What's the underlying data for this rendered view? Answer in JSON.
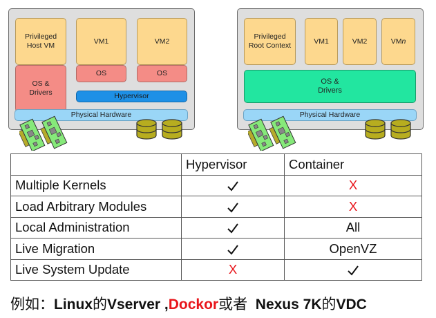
{
  "diagrams": {
    "hypervisor": {
      "privileged": "Privileged\nHost VM",
      "os_drivers": "OS &\nDrivers",
      "vm1": "VM1",
      "vm2": "VM2",
      "vm1_os": "OS",
      "vm2_os": "OS",
      "hypervisor": "Hypervisor",
      "hardware": "Physical Hardware"
    },
    "container": {
      "privileged": "Privileged\nRoot Context",
      "vm1": "VM1",
      "vm2": "VM2",
      "vmn_prefix": "VM",
      "vmn_suffix": "n",
      "os_drivers": "OS &\nDrivers",
      "hardware": "Physical Hardware"
    }
  },
  "table": {
    "headers": [
      "",
      "Hypervisor",
      "Container"
    ],
    "rows": [
      {
        "feature": "Multiple Kernels",
        "hypervisor": "check",
        "container": "X"
      },
      {
        "feature": "Load Arbitrary Modules",
        "hypervisor": "check",
        "container": "X"
      },
      {
        "feature": "Local Administration",
        "hypervisor": "check",
        "container": "All"
      },
      {
        "feature": "Live Migration",
        "hypervisor": "check",
        "container": "OpenVZ"
      },
      {
        "feature": "Live System Update",
        "hypervisor": "X",
        "container": "check"
      }
    ]
  },
  "caption": {
    "part1": "例如：",
    "part2": "Linux",
    "part3": "的",
    "part4": "Vserver ,",
    "part5": "Dockor",
    "part6": "或者  ",
    "part7": "Nexus 7K",
    "part8": "的",
    "part9": "VDC"
  },
  "colors": {
    "privileged": "#fdd88e",
    "os": "#f48c86",
    "hypervisor": "#1e90e6",
    "hardware": "#9ad6f7",
    "container_os": "#22e6a0",
    "cross": "#e8151b"
  }
}
